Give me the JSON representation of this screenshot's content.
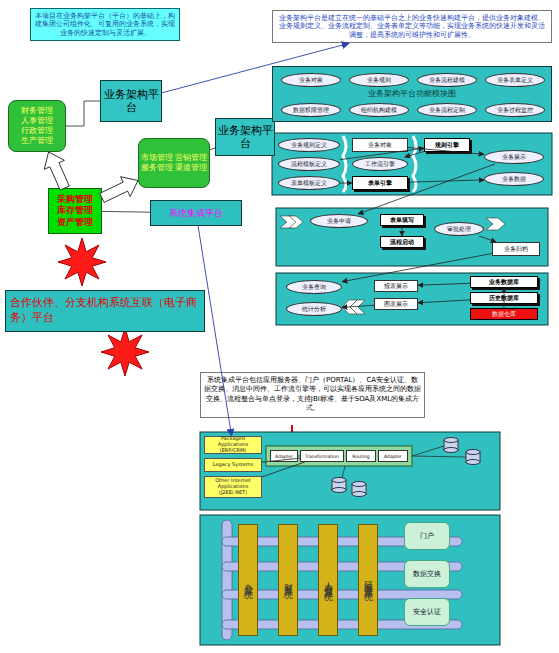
{
  "diagram": {
    "nodes": [
      {
        "text": [
          "本项目在业务构架平台（平台）的基础上，构建集团公司组件化、可复用的业务系统，实现业务的快速定制与灵活扩展。"
        ]
      },
      {
        "text": [
          "财务管理 人事管理 行政管理 生产管理"
        ]
      },
      {
        "text": [
          "业务架构平台"
        ]
      },
      {
        "text": [
          "市场管理 营销管理 服务管理 渠道管理"
        ]
      },
      {
        "text": [
          "业务架构平台"
        ]
      },
      {
        "text": [
          "采购管理 库存管理 资产管理"
        ]
      },
      {
        "text": [
          "系统集成平台"
        ]
      },
      {
        "text": [
          "合作伙伴、分支机构系统互联（电子商务）平台"
        ]
      },
      {
        "text": [
          "业务架构平台是建立在统一的基础平台之上的业务快速构建平台，提供业务对象建模、业务规则定义、业务流程定制、业务表单定义等功能，实现业务系统的快速开发和灵活调整，提高系统的可维护性和可扩展性。"
        ]
      },
      {
        "text": [
          "业务架构平台功能模块图"
        ]
      },
      {
        "text": [
          "业务对象"
        ],
        "in": 9
      },
      {
        "text": [
          "业务规则"
        ],
        "in": 9
      },
      {
        "text": [
          "业务流程建模"
        ],
        "in": 9
      },
      {
        "text": [
          "业务表单定义"
        ],
        "in": 9
      },
      {
        "text": [
          "数据权限管理"
        ],
        "in": 9
      },
      {
        "text": [
          "组织机构建模"
        ],
        "in": 9
      },
      {
        "text": [
          "业务流程定制"
        ],
        "in": 9
      },
      {
        "text": [
          "业务过程监控"
        ],
        "in": 9
      },
      {
        "text": [
          "业务规则定义"
        ]
      },
      {
        "text": [
          "流程模板定义"
        ]
      },
      {
        "text": [
          "表单模板定义"
        ]
      },
      {
        "text": [
          "业务对象"
        ]
      },
      {
        "text": [
          "规则引擎"
        ]
      },
      {
        "text": [
          "工作流引擎"
        ]
      },
      {
        "text": [
          "表单引擎"
        ]
      },
      {
        "text": [
          "业务展示"
        ]
      },
      {
        "text": [
          "业务数据"
        ]
      },
      {
        "text": [
          "业务申请"
        ]
      },
      {
        "text": [
          "表单填写"
        ]
      },
      {
        "text": [
          "流程启动"
        ]
      },
      {
        "text": [
          "审批处理"
        ]
      },
      {
        "text": [
          "业务归档"
        ]
      },
      {
        "text": [
          "业务查询"
        ]
      },
      {
        "text": [
          "统计分析"
        ]
      },
      {
        "text": [
          "报表展示"
        ]
      },
      {
        "text": [
          "图表展示"
        ]
      },
      {
        "text": [
          "业务数据库"
        ]
      },
      {
        "text": [
          "历史数据库"
        ]
      },
      {
        "text": [
          "数据仓库"
        ]
      },
      {
        "text": [
          "系统集成平台包括应用服务器、门户（PORTAL）、CA安全认证、数据交换、消息中间件、工作流引擎等，可以实现各应用系统之间的数据交换、流程整合与单点登录，支持JBI标准、基于SOA及XML的集成方式。"
        ]
      },
      {
        "text": [
          "Packaged Applications (ERP/CRM)"
        ]
      },
      {
        "text": [
          "Legacy Systems"
        ]
      },
      {
        "text": [
          "Other Internet Applications (J2EE/.NET)"
        ]
      },
      {
        "text": [
          "Adapter"
        ]
      },
      {
        "text": [
          "Transformation"
        ]
      },
      {
        "text": [
          "Routing"
        ]
      },
      {
        "text": [
          "Adapter"
        ]
      },
      {
        "text": [
          "办公系统"
        ]
      },
      {
        "text": [
          "财务系统"
        ]
      },
      {
        "text": [
          "人力资源系统"
        ]
      },
      {
        "text": [
          "研发管理系统"
        ]
      },
      {
        "text": [
          "门户"
        ]
      },
      {
        "text": [
          "数据交换"
        ]
      },
      {
        "text": [
          "安全认证"
        ]
      }
    ],
    "edges": [
      {
        "from": 5,
        "to": 1,
        "arrow": "to"
      },
      {
        "from": 5,
        "to": 3,
        "arrow": "to"
      },
      {
        "from": 1,
        "to": 2,
        "arrow": "none"
      },
      {
        "from": 3,
        "to": 4,
        "arrow": "none"
      },
      {
        "from": 5,
        "to": 6,
        "arrow": "none"
      },
      {
        "from": 2,
        "to": 8,
        "arrow": "to"
      },
      {
        "from": 6,
        "to": 40,
        "arrow": "to"
      },
      {
        "from": 19,
        "to": 22,
        "arrow": "to"
      },
      {
        "from": 22,
        "to": 23,
        "arrow": "to"
      },
      {
        "from": 20,
        "to": 24,
        "arrow": "to"
      },
      {
        "from": 21,
        "to": 25,
        "arrow": "to"
      },
      {
        "from": 24,
        "to": 26,
        "arrow": "to"
      },
      {
        "from": 25,
        "to": 27,
        "arrow": "to"
      },
      {
        "from": 28,
        "to": 29,
        "arrow": "to"
      },
      {
        "from": 30,
        "to": 31,
        "arrow": "to"
      },
      {
        "from": 31,
        "to": 32,
        "arrow": "to"
      },
      {
        "from": 37,
        "to": 35,
        "arrow": "to"
      },
      {
        "from": 38,
        "to": 36,
        "arrow": "to"
      },
      {
        "from": 35,
        "to": 33,
        "arrow": "to"
      },
      {
        "from": 36,
        "to": 34,
        "arrow": "to"
      },
      {
        "from": 41,
        "to": 44,
        "arrow": "none"
      },
      {
        "from": 42,
        "to": 44,
        "arrow": "none"
      },
      {
        "from": 43,
        "to": 44,
        "arrow": "none"
      }
    ]
  }
}
